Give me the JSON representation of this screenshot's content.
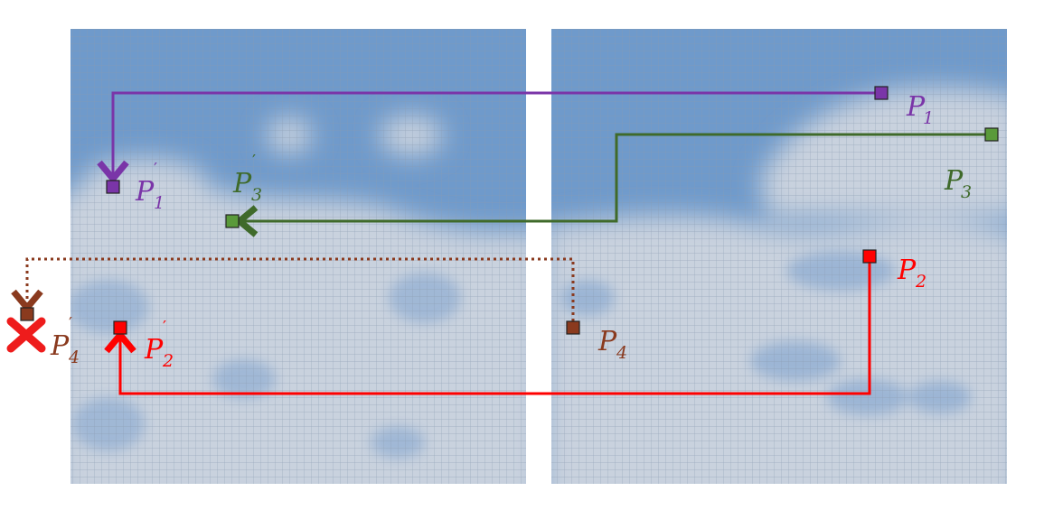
{
  "panels": [
    "left-cloud-panel",
    "right-cloud-panel"
  ],
  "colors": {
    "p1": "#7a35a8",
    "p2": "#ff0000",
    "p3": "#3f6a2a",
    "p4": "#8a3a1e",
    "sky": "#6f9acb",
    "cloud": "#c7d0dc",
    "grid": "#8a9bb0"
  },
  "labels": {
    "p1": {
      "base": "P",
      "sub": "1"
    },
    "p2": {
      "base": "P",
      "sub": "2"
    },
    "p3": {
      "base": "P",
      "sub": "3"
    },
    "p4": {
      "base": "P",
      "sub": "4"
    },
    "p1_prime": {
      "base": "P",
      "sub": "1",
      "prime": "′"
    },
    "p2_prime": {
      "base": "P",
      "sub": "2",
      "prime": "′"
    },
    "p3_prime": {
      "base": "P",
      "sub": "3",
      "prime": "′"
    },
    "p4_prime": {
      "base": "P",
      "sub": "4",
      "prime": "′"
    }
  },
  "icons": {
    "rejected": "red-x-icon"
  }
}
